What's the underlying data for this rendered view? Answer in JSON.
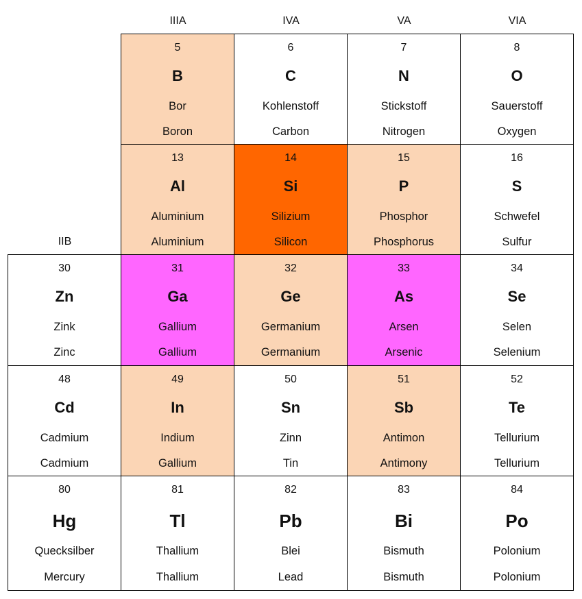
{
  "colors": {
    "peach": "#FBD5B5",
    "orange": "#FF6600",
    "magenta": "#FF66FF",
    "white": "#FFFFFF"
  },
  "group_headers": [
    "IIB",
    "IIIA",
    "IVA",
    "VA",
    "VIA"
  ],
  "rows": [
    [
      null,
      {
        "number": "5",
        "symbol": "B",
        "name_de": "Bor",
        "name_en": "Boron",
        "color": "peach"
      },
      {
        "number": "6",
        "symbol": "C",
        "name_de": "Kohlenstoff",
        "name_en": "Carbon",
        "color": "white"
      },
      {
        "number": "7",
        "symbol": "N",
        "name_de": "Stickstoff",
        "name_en": "Nitrogen",
        "color": "white"
      },
      {
        "number": "8",
        "symbol": "O",
        "name_de": "Sauerstoff",
        "name_en": "Oxygen",
        "color": "white"
      }
    ],
    [
      null,
      {
        "number": "13",
        "symbol": "Al",
        "name_de": "Aluminium",
        "name_en": "Aluminium",
        "color": "peach"
      },
      {
        "number": "14",
        "symbol": "Si",
        "name_de": "Silizium",
        "name_en": "Silicon",
        "color": "orange"
      },
      {
        "number": "15",
        "symbol": "P",
        "name_de": "Phosphor",
        "name_en": "Phosphorus",
        "color": "peach"
      },
      {
        "number": "16",
        "symbol": "S",
        "name_de": "Schwefel",
        "name_en": "Sulfur",
        "color": "white"
      }
    ],
    [
      {
        "number": "30",
        "symbol": "Zn",
        "name_de": "Zink",
        "name_en": "Zinc",
        "color": "white"
      },
      {
        "number": "31",
        "symbol": "Ga",
        "name_de": "Gallium",
        "name_en": "Gallium",
        "color": "magenta"
      },
      {
        "number": "32",
        "symbol": "Ge",
        "name_de": "Germanium",
        "name_en": "Germanium",
        "color": "peach"
      },
      {
        "number": "33",
        "symbol": "As",
        "name_de": "Arsen",
        "name_en": "Arsenic",
        "color": "magenta"
      },
      {
        "number": "34",
        "symbol": "Se",
        "name_de": "Selen",
        "name_en": "Selenium",
        "color": "white"
      }
    ],
    [
      {
        "number": "48",
        "symbol": "Cd",
        "name_de": "Cadmium",
        "name_en": "Cadmium",
        "color": "white"
      },
      {
        "number": "49",
        "symbol": "In",
        "name_de": "Indium",
        "name_en": "Gallium",
        "color": "peach"
      },
      {
        "number": "50",
        "symbol": "Sn",
        "name_de": "Zinn",
        "name_en": "Tin",
        "color": "white"
      },
      {
        "number": "51",
        "symbol": "Sb",
        "name_de": "Antimon",
        "name_en": "Antimony",
        "color": "peach"
      },
      {
        "number": "52",
        "symbol": "Te",
        "name_de": "Tellurium",
        "name_en": "Tellurium",
        "color": "white"
      }
    ],
    [
      {
        "number": "80",
        "symbol": "Hg",
        "name_de": "Quecksilber",
        "name_en": "Mercury",
        "color": "white"
      },
      {
        "number": "81",
        "symbol": "Tl",
        "name_de": "Thallium",
        "name_en": "Thallium",
        "color": "white"
      },
      {
        "number": "82",
        "symbol": "Pb",
        "name_de": "Blei",
        "name_en": "Lead",
        "color": "white"
      },
      {
        "number": "83",
        "symbol": "Bi",
        "name_de": "Bismuth",
        "name_en": "Bismuth",
        "color": "white"
      },
      {
        "number": "84",
        "symbol": "Po",
        "name_de": "Polonium",
        "name_en": "Polonium",
        "color": "white"
      }
    ]
  ]
}
